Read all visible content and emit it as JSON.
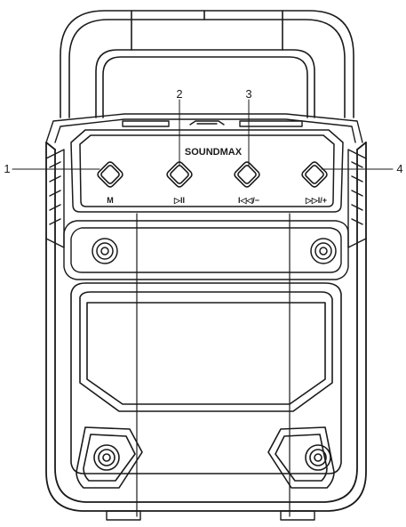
{
  "brand": "SOUNDMAX",
  "callouts": [
    {
      "number": "1",
      "target": "mode-button"
    },
    {
      "number": "2",
      "target": "play-pause-button"
    },
    {
      "number": "3",
      "target": "previous-volume-down-button"
    },
    {
      "number": "4",
      "target": "next-volume-up-button"
    }
  ],
  "buttons": [
    {
      "label": "M",
      "icon": "mode-letter"
    },
    {
      "label": "▷II",
      "icon": "play-pause-icon"
    },
    {
      "label": "I◁◁/−",
      "icon": "previous-minus-icon"
    },
    {
      "label": "▷▷I/+",
      "icon": "next-plus-icon"
    }
  ],
  "colors": {
    "line": "#1a1a1a",
    "background": "#ffffff"
  }
}
